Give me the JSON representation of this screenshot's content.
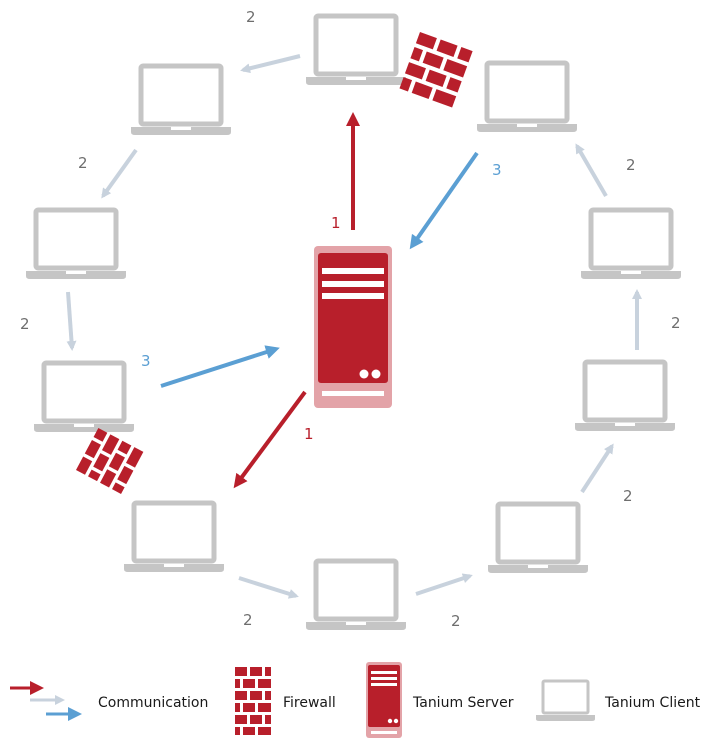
{
  "colors": {
    "red": "#b81f2b",
    "red_light": "#e3a3a8",
    "blue": "#5b9fd3",
    "gray": "#c5c5c5",
    "gray_arrow": "#c8d2dd",
    "label_gray": "#6e6e6e"
  },
  "labels": {
    "top_red": "1",
    "bottom_red": "1",
    "top_blue": "3",
    "left_blue": "3",
    "peer": "2"
  },
  "legend": {
    "communication": "Communication",
    "firewall": "Firewall",
    "server": "Tanium Server",
    "client": "Tanium Client"
  }
}
